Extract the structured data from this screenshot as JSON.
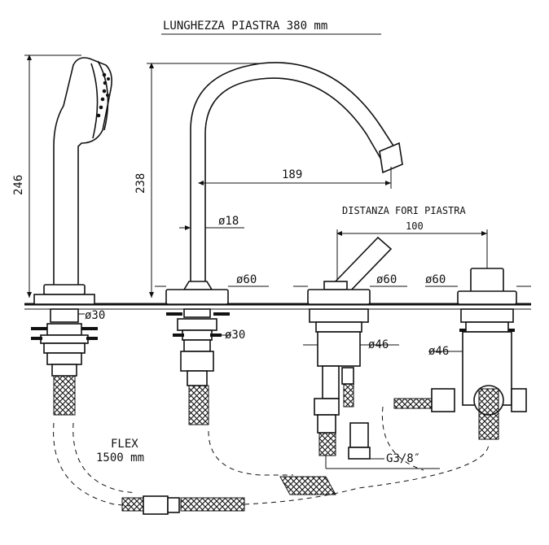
{
  "title": "LUNGHEZZA PIASTRA 380 mm",
  "dimensions": {
    "shower_height": "246",
    "spout_height": "238",
    "spout_reach": "189",
    "spout_tube_diameter": "ø18",
    "spout_base_diameter": "ø60",
    "shower_base_diameter": "ø30",
    "spout_shank_diameter": "ø30",
    "lever_base_diameter": "ø60",
    "lever_body_diameter": "ø46",
    "diverter_base_diameter": "ø60",
    "diverter_body_diameter": "ø46",
    "hole_spacing_label": "DISTANZA FORI PIASTRA",
    "hole_spacing_value": "100",
    "connection_thread": "G3/8″",
    "flex_label": "FLEX",
    "flex_length": "1500 mm"
  }
}
